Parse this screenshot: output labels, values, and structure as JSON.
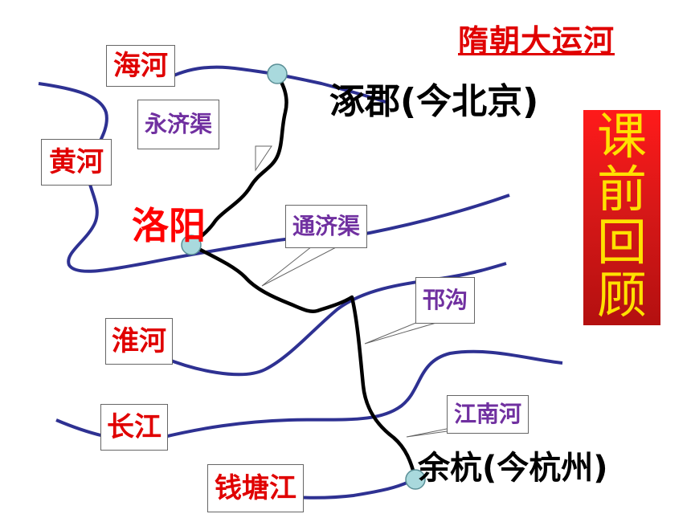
{
  "title": "隋朝大运河",
  "review_chars": [
    "课",
    "前",
    "回",
    "顾"
  ],
  "cities": {
    "zhuojun": "涿郡(今北京)",
    "luoyang": "洛阳",
    "yuhang": "余杭(今杭州)"
  },
  "rivers": {
    "haihe": "海河",
    "huanghe": "黄河",
    "huaihe": "淮河",
    "changjiang": "长江",
    "qiantangjiang": "钱塘江"
  },
  "canals": {
    "yongjiqu": "永济渠",
    "tongjiqu": "通济渠",
    "hangou": "邗沟",
    "jiangnanhe": "江南河"
  },
  "colors": {
    "river": "#2e3192",
    "canal": "#000000",
    "city_marker": "#a9d9dd",
    "label_red": "#e00000",
    "label_purple": "#7030a0",
    "review_text": "#ffe100"
  }
}
